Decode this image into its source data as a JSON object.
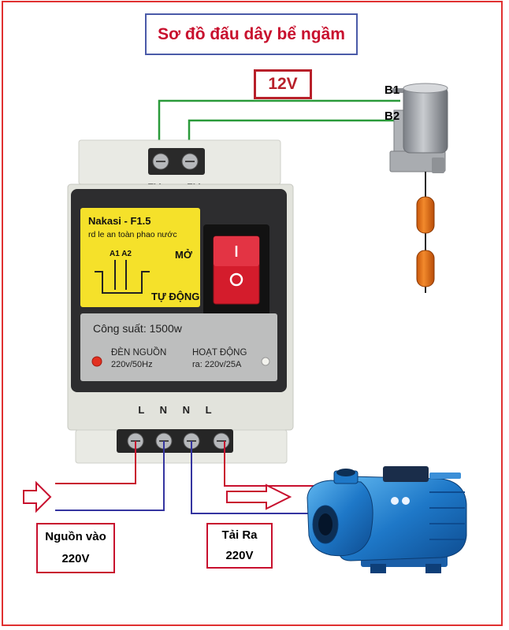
{
  "title": "Sơ đồ đấu dây bể ngầm",
  "voltage_label": "12V",
  "wire_labels": {
    "b1": "B1",
    "b2": "B2"
  },
  "relay": {
    "terminal_a2": "A2",
    "terminal_a1": "A1",
    "brand": "Nakasi - F1.5",
    "subtitle": "rd le an toàn phao nước",
    "a1a2": "A1 A2",
    "mo": "MỞ",
    "tu_dong": "TỰ ĐỘNG",
    "power": "Công suất: 1500w",
    "den_nguon": "ĐÈN NGUỒN",
    "den_nguon_spec": "220v/50Hz",
    "hoat_dong": "HOẠT ĐỘNG",
    "hoat_dong_spec": "ra: 220v/25A",
    "bottom_terminals": "L N N L"
  },
  "input_label": {
    "line1": "Nguồn vào",
    "line2": "220V"
  },
  "output_label": {
    "line1": "Tải Ra",
    "line2": "220V"
  },
  "colors": {
    "red": "#c8102e",
    "green": "#2a9a3a",
    "blue": "#3535a0",
    "yellow": "#f5e12a",
    "switch": "#d41c2c"
  }
}
